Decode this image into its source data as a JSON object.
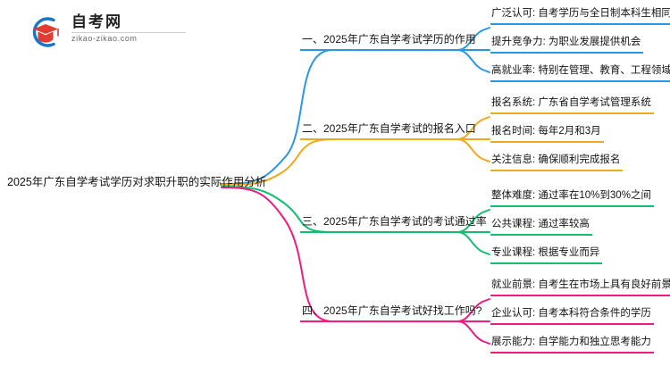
{
  "logo": {
    "name_cn": "自考网",
    "domain": "zikao-zikao.com",
    "mark": "graduation-cap-in-circle"
  },
  "mindmap": {
    "root": "2025年广东自学考试学历对求职升职的实际作用分析",
    "colors": {
      "branch1": "#2B96E4",
      "branch2": "#F0A81C",
      "branch3": "#12BE70",
      "branch4": "#EE1C7E"
    },
    "branches": [
      {
        "label": "一、2025年广东自学考试学历的作用",
        "color": "#2B96E4",
        "children": [
          "广泛认可: 自考学历与全日制本科生相同",
          "提升竞争力: 为职业发展提供机会",
          "高就业率: 特别在管理、教育、工程领域"
        ]
      },
      {
        "label": "二、2025年广东自学考试的报名入口",
        "color": "#F0A81C",
        "children": [
          "报名系统: 广东省自学考试管理系统",
          "报名时间: 每年2月和3月",
          "关注信息: 确保顺利完成报名"
        ]
      },
      {
        "label": "三、2025年广东自学考试的考试通过率",
        "color": "#12BE70",
        "children": [
          "整体难度: 通过率在10%到30%之间",
          "公共课程: 通过率较高",
          "专业课程: 根据专业而异"
        ]
      },
      {
        "label": "四、2025年广东自学考试好找工作吗?",
        "color": "#EE1C7E",
        "children": [
          "就业前景: 自考生在市场上具有良好前景",
          "企业认可: 自考本科符合条件的学历",
          "展示能力: 自学能力和独立思考能力"
        ]
      }
    ]
  }
}
